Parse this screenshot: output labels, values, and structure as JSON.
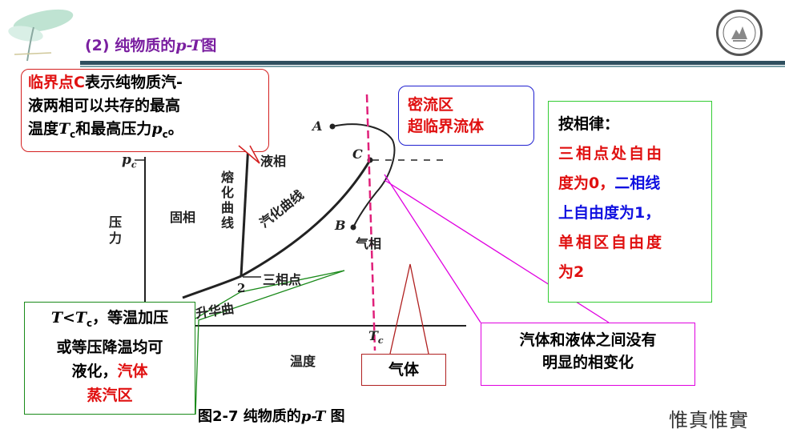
{
  "header": {
    "title_prefix": "(2) 纯物质的",
    "title_var": "p-T",
    "title_suffix": "图",
    "motto": "惟真惟實"
  },
  "callouts": {
    "critical_point": {
      "line1_red": "临界点C",
      "line1_black": "表示纯物质汽-",
      "line2": "液两相可以共存的最高",
      "line3_a": "温度",
      "line3_tc": "T",
      "line3_tc_sub": "c",
      "line3_b": "和最高压力",
      "line3_pc": "p",
      "line3_pc_sub": "c",
      "line3_end": "。"
    },
    "dense_fluid": {
      "line1": "密流区",
      "line2": "超临界流体"
    },
    "phase_rule": {
      "heading": "按相律：",
      "line1": "三相点处自由",
      "line2_a": "度为0，",
      "line2_b": "二相线",
      "line3": "上自由度为1，",
      "line4": "单相区自由度",
      "line5": "为2"
    },
    "liquefy": {
      "line1_a": "T<T",
      "line1_sub": "c",
      "line1_b": "，等温加压",
      "line2": "或等压降温均可",
      "line3_a": "液化，",
      "line3_b": "汽体",
      "line4": "蒸汽区"
    },
    "no_phase_change": {
      "line1": "汽体和液体之间没有",
      "line2": "明显的相变化"
    },
    "gas": {
      "label": "气体"
    }
  },
  "diagram": {
    "pc_label": "p",
    "pc_sub": "c",
    "liquid_label": "液相",
    "solid_label": "固相",
    "melting_curve": "熔化曲线",
    "vaporization_curve": "汽化曲线",
    "gas_label": "气相",
    "point_a": "A",
    "point_b": "B",
    "point_c": "C",
    "point_2": "2",
    "triple_point": "三相点",
    "sublimation_curve": "升华曲",
    "pressure_axis": "压力",
    "temperature_axis": "温度",
    "tc_label": "T",
    "tc_sub": "c"
  },
  "caption": {
    "prefix": "图2-7  纯物质的",
    "var": "p-T",
    "suffix": " 图"
  },
  "colors": {
    "title": "#7a1fa0",
    "red": "#e01010",
    "blue": "#1010e0",
    "magenta_dash": "#e0207a"
  }
}
